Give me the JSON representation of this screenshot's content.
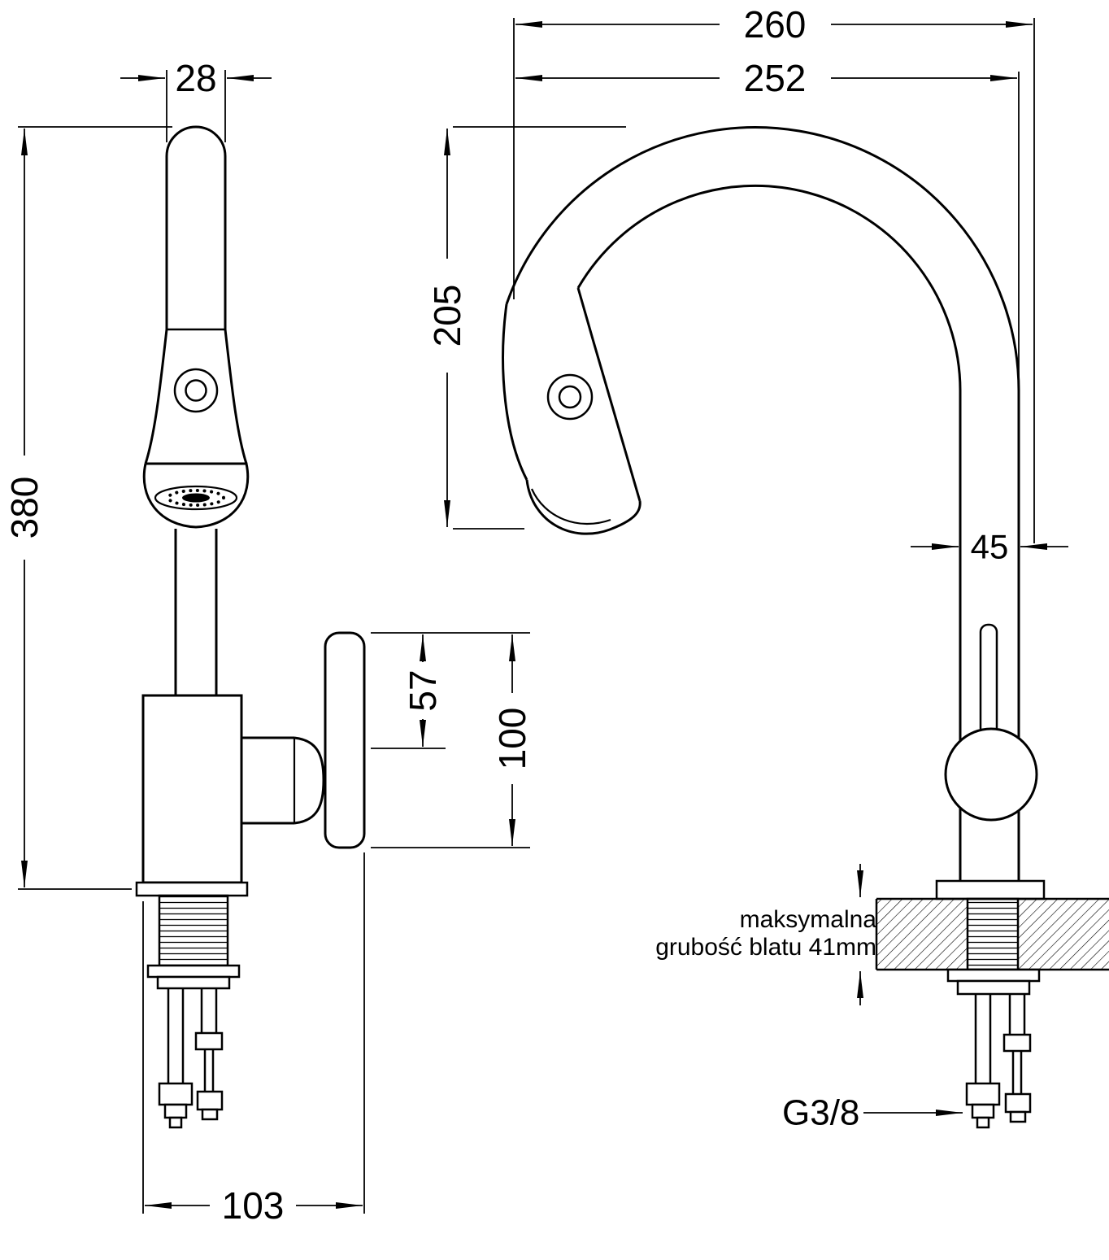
{
  "dimensions": {
    "spout_top_width": "28",
    "total_height": "380",
    "base_depth": "103",
    "handle_top_offset": "57",
    "handle_height": "100",
    "spout_reach_outer": "260",
    "spout_reach_inner": "252",
    "spout_clearance": "205",
    "pipe_width": "45"
  },
  "labels": {
    "thread_size": "G3/8",
    "countertop_note_line1": "maksymalna",
    "countertop_note_line2": "grubość blatu 41mm"
  },
  "colors": {
    "line": "#000000",
    "background": "#ffffff"
  }
}
